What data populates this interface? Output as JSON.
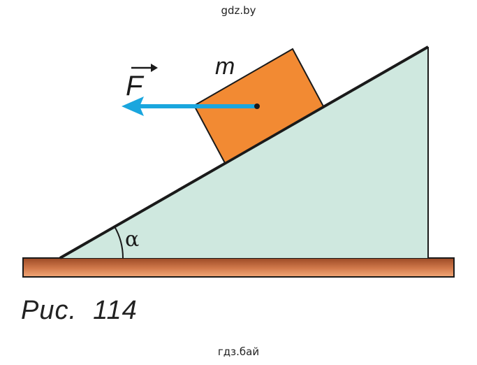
{
  "watermark_top": "gdz.by",
  "watermark_bottom": "гдз.бай",
  "figure": {
    "mass_label": "m",
    "force_label": "F",
    "angle_label": "α",
    "caption": "Рис.  114"
  },
  "colors": {
    "incline_fill": "#cfe8df",
    "block_fill": "#f28a33",
    "arrow": "#1aa6de",
    "ground_top": "#a0522d",
    "ground_bottom": "#f0a070",
    "outline": "#1a1a1a"
  }
}
